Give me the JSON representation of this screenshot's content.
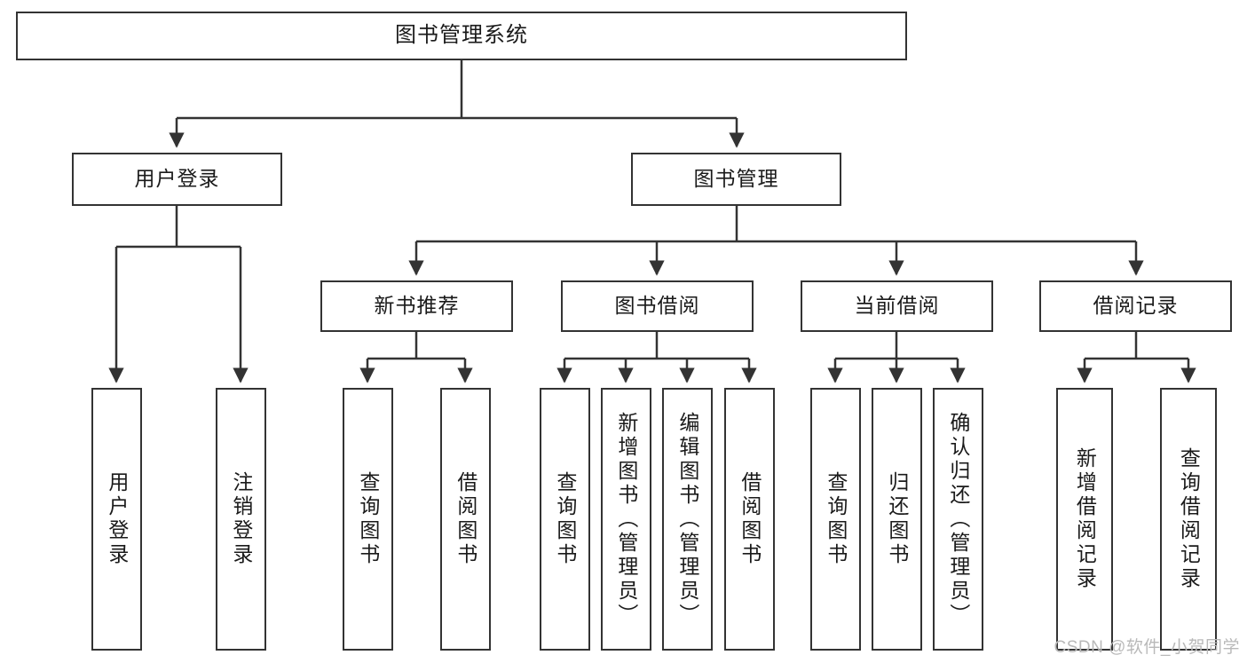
{
  "diagram": {
    "type": "tree-hierarchy",
    "title": "图书管理系统",
    "watermark": "CSDN @软件_小贺同学",
    "colors": {
      "box_border": "#333333",
      "box_fill": "#ffffff",
      "edge": "#333333",
      "text": "#1a1a1a",
      "watermark": "#b9b9b9"
    },
    "root": {
      "label": "图书管理系统"
    },
    "level2": [
      {
        "label": "用户登录"
      },
      {
        "label": "图书管理"
      }
    ],
    "level3": [
      {
        "label": "新书推荐"
      },
      {
        "label": "图书借阅"
      },
      {
        "label": "当前借阅"
      },
      {
        "label": "借阅记录"
      }
    ],
    "leaves": {
      "user_login": [
        {
          "label": "用户登录"
        },
        {
          "label": "注销登录"
        }
      ],
      "new_book_recommend": [
        {
          "label": "查询图书"
        },
        {
          "label": "借阅图书"
        }
      ],
      "book_borrow": [
        {
          "label": "查询图书"
        },
        {
          "label": "新增图书（管理员）"
        },
        {
          "label": "编辑图书（管理员）"
        },
        {
          "label": "借阅图书"
        }
      ],
      "current_borrow": [
        {
          "label": "查询图书"
        },
        {
          "label": "归还图书"
        },
        {
          "label": "确认归还（管理员）"
        }
      ],
      "borrow_record": [
        {
          "label": "新增借阅记录"
        },
        {
          "label": "查询借阅记录"
        }
      ]
    }
  }
}
